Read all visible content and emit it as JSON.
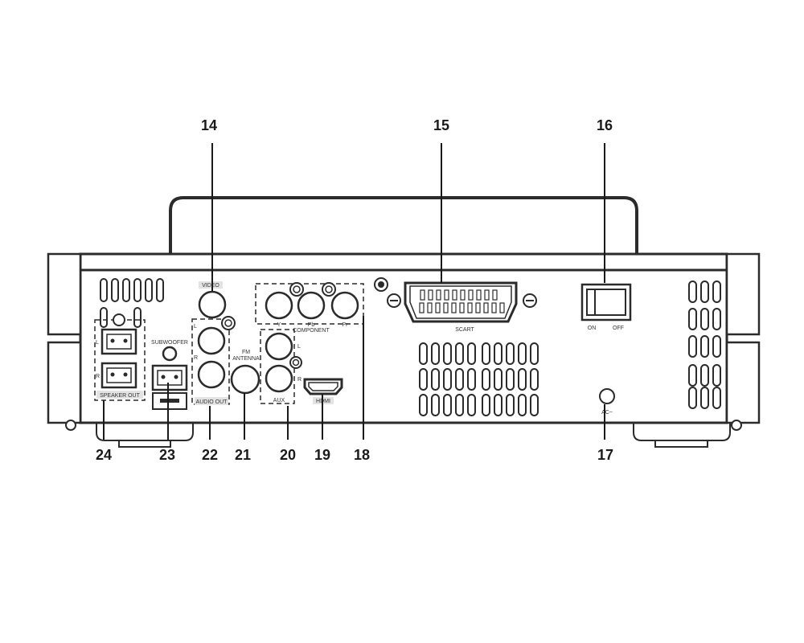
{
  "callouts": {
    "c14": "14",
    "c15": "15",
    "c16": "16",
    "c17": "17",
    "c18": "18",
    "c19": "19",
    "c20": "20",
    "c21": "21",
    "c22": "22",
    "c23": "23",
    "c24": "24"
  },
  "labels": {
    "video": "VIDEO",
    "component_y": "Y",
    "component_pb": "Pb",
    "component_pr": "Pr",
    "component": "COMPONENT",
    "scart": "SCART",
    "on": "ON",
    "off": "OFF",
    "ac": "AC~",
    "audio_l": "L",
    "audio_r": "R",
    "audio_out": "AUDIO OUT",
    "subwoofer": "SUBWOOFER",
    "speaker_l": "L",
    "speaker_r": "R",
    "speaker_out": "SPEAKER OUT",
    "fm_line1": "FM",
    "fm_line2": "ANTENNA",
    "aux_l": "L",
    "aux_r": "R",
    "aux": "AUX",
    "hdmi": "HDMI"
  }
}
